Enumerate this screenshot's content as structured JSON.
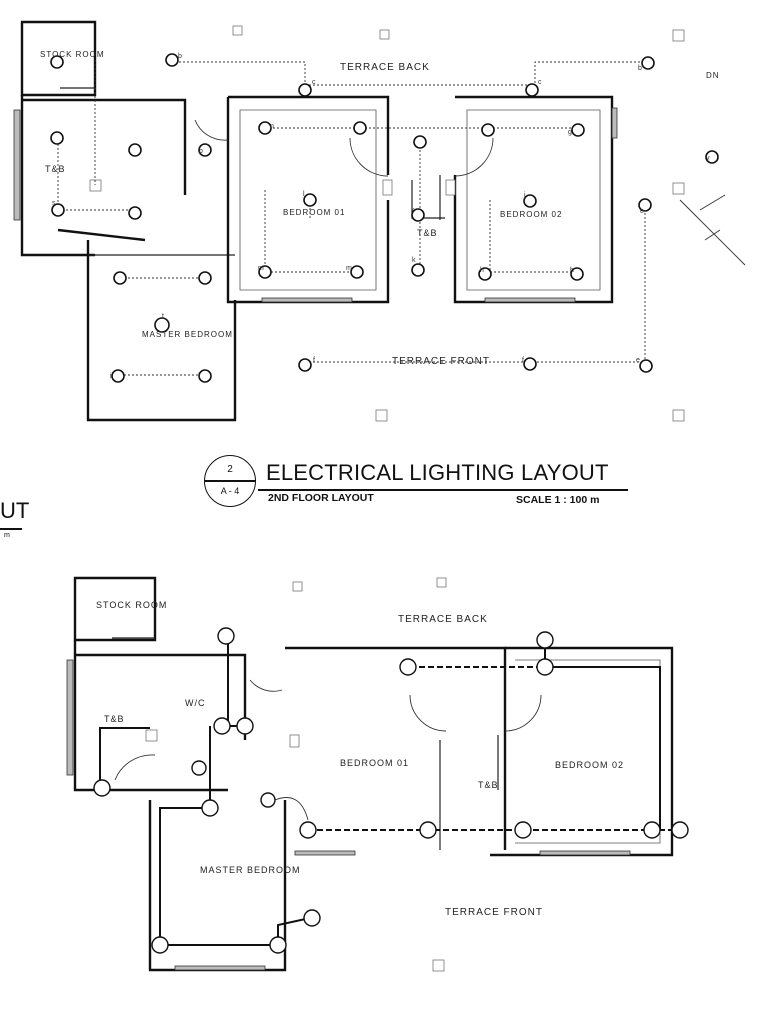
{
  "title_block": {
    "number": "2",
    "sheet": "A - 4",
    "title": "ELECTRICAL LIGHTING LAYOUT",
    "subtitle": "2ND FLOOR LAYOUT",
    "scale": "SCALE 1 : 100 m"
  },
  "edge_fragment": {
    "text": "UT",
    "small": "m"
  },
  "plan_upper": {
    "labels": {
      "stock_room": "STOCK ROOM",
      "terrace_back": "TERRACE BACK",
      "dn": "DN",
      "tb_left": "T&B",
      "bedroom01": "BEDROOM 01",
      "bedroom02": "BEDROOM 02",
      "tb_mid": "T&B",
      "master": "MASTER BEDROOM",
      "terrace_front": "TERRACE FRONT"
    },
    "fixture_tags": [
      "b",
      "c",
      "c",
      "b",
      "v",
      "n",
      "g",
      "s",
      "b",
      "l",
      "j",
      "e",
      "k",
      "m",
      "m",
      "k",
      "h",
      "h",
      "t",
      "i",
      "i",
      "f",
      "f",
      "e"
    ]
  },
  "plan_lower": {
    "labels": {
      "stock_room": "STOCK ROOM",
      "terrace_back": "TERRACE BACK",
      "wc": "W/C",
      "tb_left": "T&B",
      "bedroom01": "BEDROOM 01",
      "bedroom02": "BEDROOM 02",
      "tb_mid": "T&B",
      "master": "MASTER BEDROOM",
      "terrace_front": "TERRACE FRONT"
    }
  },
  "colors": {
    "ink": "#111111",
    "paper": "#ffffff"
  }
}
